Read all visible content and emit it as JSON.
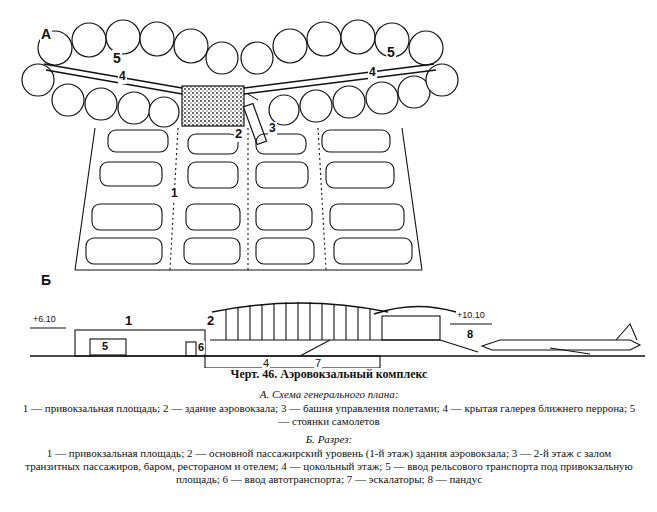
{
  "diagram": {
    "title": "Черт. 46. Аэровокзальный комплекс",
    "labels": [
      "А",
      "5",
      "5",
      "4",
      "4",
      "2",
      "3",
      "1",
      "Б",
      "+6.10",
      "1",
      "2",
      "5",
      "6",
      "4",
      "7",
      "+10.10",
      "8",
      "А. Схема генерального плана:",
      "1 — привокзальная площадь; 2 — здание аэровокзала; 3 — башня управления полетами; 4 — крытая галерея ближнего перрона; 5 — стоянки самолетов",
      "Б. Разрез:",
      "1 — привокзальная площадь; 2 — основной пассажирский уровень (1-й этаж) здания аэровокзала; 3 — 2-й этаж с залом транзитных пассажиров, баром, рестораном и отелем; 4 — цокольный этаж; 5 — ввод рельсового транспорта под привокзальную площадь; 6 — ввод автотранспорта; 7 — эскалаторы; 8 — пандус"
    ]
  }
}
